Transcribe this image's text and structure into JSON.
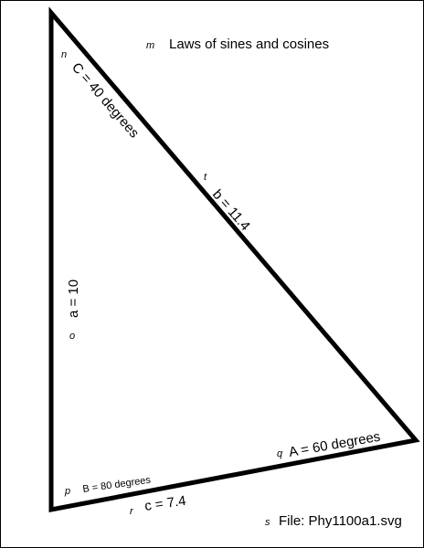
{
  "title": "Laws of sines and cosines",
  "file_label": "File: Phy1100a1.svg",
  "markers": {
    "m": "m",
    "n": "n",
    "o": "o",
    "p": "p",
    "q": "q",
    "r": "r",
    "s": "s",
    "t": "t"
  },
  "angles": {
    "C": "C = 40 degrees",
    "A": "A = 60 degrees",
    "B": "B = 80 degrees"
  },
  "sides": {
    "a": "a = 10",
    "b": "b = 11.4",
    "c": "c = 7.4"
  },
  "colors": {
    "line": "#000000",
    "frame": "#000000",
    "background": "#ffffff"
  }
}
